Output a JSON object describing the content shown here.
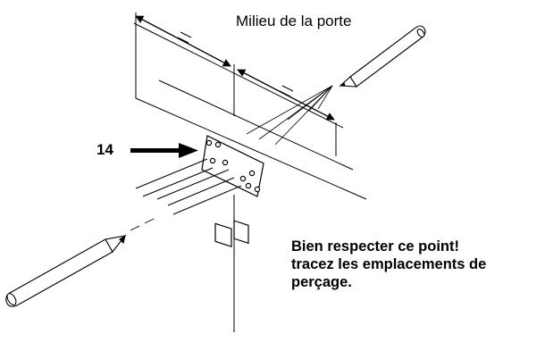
{
  "diagram": {
    "door_center_label": "Milieu de la porte",
    "part_number": "14",
    "instruction_lines": [
      "Bien respecter ce point!",
      "tracez les emplacements de",
      "perçage."
    ]
  },
  "colors": {
    "line": "#000000",
    "background": "#ffffff"
  },
  "icons": [
    "pencil-icon",
    "hinge-bracket-icon",
    "pointer-arrow-icon"
  ]
}
